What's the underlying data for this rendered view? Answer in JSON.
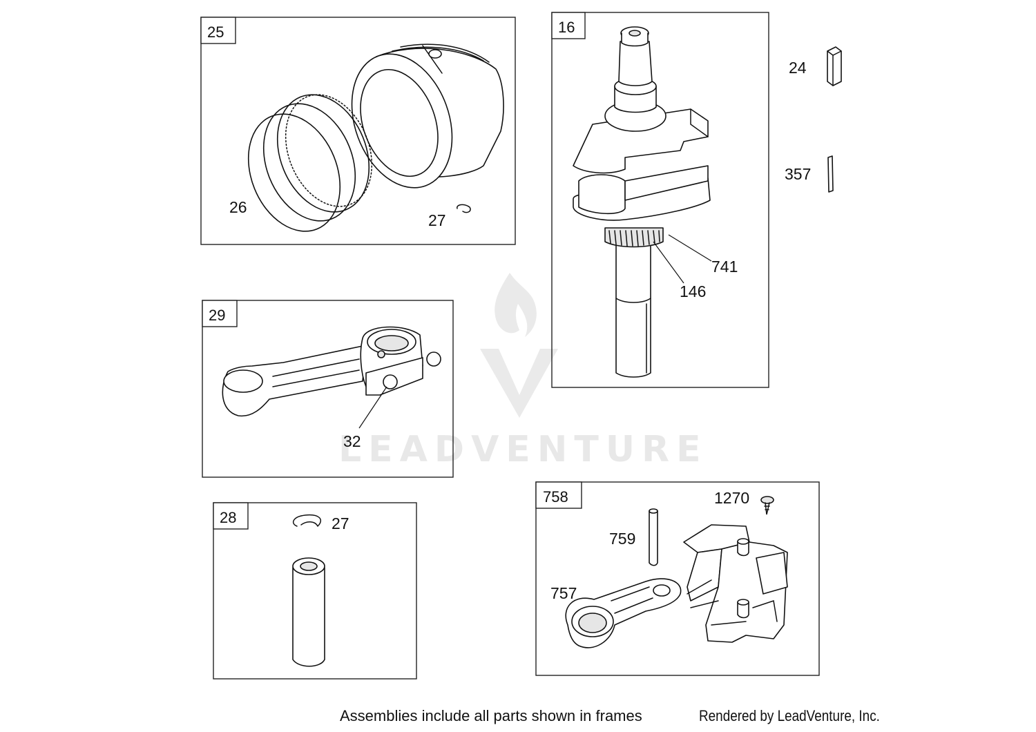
{
  "frames": [
    {
      "id": "frame-25",
      "label": "25"
    },
    {
      "id": "frame-16",
      "label": "16"
    },
    {
      "id": "frame-29",
      "label": "29"
    },
    {
      "id": "frame-28",
      "label": "28"
    },
    {
      "id": "frame-758",
      "label": "758"
    }
  ],
  "callouts": {
    "piston_rings": "26",
    "retainer_top": "27",
    "rod_bolt": "32",
    "pin_retainer": "27",
    "key_24": "24",
    "key_357": "357",
    "gear_741": "741",
    "key_146": "146",
    "screw_1270": "1270",
    "pin_759": "759",
    "arm_757": "757"
  },
  "watermark": {
    "text": "LEADVENTURE"
  },
  "footer": {
    "note": "Assemblies include all parts shown in frames",
    "credit": "Rendered by LeadVenture, Inc."
  }
}
